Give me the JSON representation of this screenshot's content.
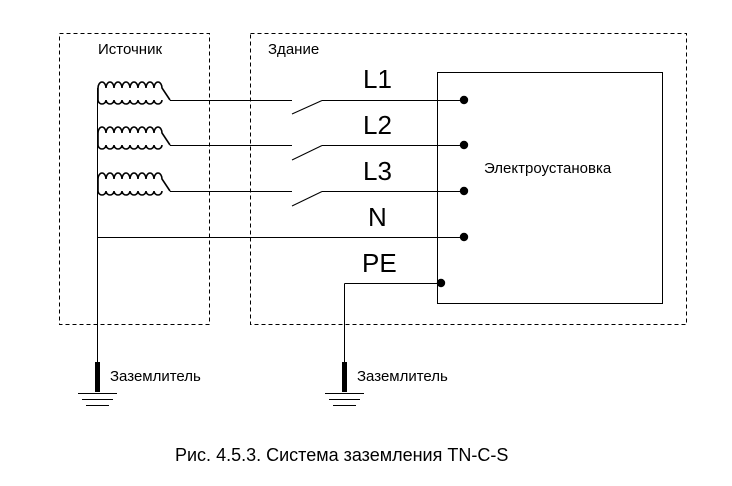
{
  "source": {
    "label": "Источник"
  },
  "building": {
    "label": "Здание"
  },
  "installation": {
    "label": "Электроустановка"
  },
  "conductors": {
    "l1": "L1",
    "l2": "L2",
    "l3": "L3",
    "n": "N",
    "pe": "PE"
  },
  "earth_electrodes": {
    "source": "Заземлитель",
    "building": "Заземлитель"
  },
  "caption": "Рис. 4.5.3. Система заземления TN-C-S"
}
